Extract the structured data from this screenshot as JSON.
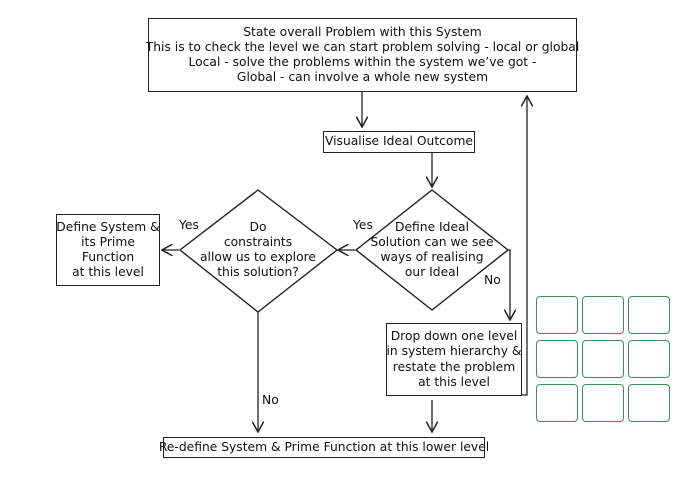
{
  "nodes": {
    "problem": {
      "lines": [
        "State overall Problem with this System",
        "This is to check the level we can start problem solving - local or global",
        "Local - solve the problems within the system we’ve got -",
        "Global - can involve a whole new system"
      ]
    },
    "visualise": {
      "lines": [
        "Visualise Ideal Outcome"
      ]
    },
    "define_ideal": {
      "lines": [
        "Define Ideal",
        "Solution can we see",
        "ways of realising",
        "our Ideal"
      ]
    },
    "constraints": {
      "lines": [
        "Do",
        "constraints",
        "allow us to explore",
        "this solution?"
      ]
    },
    "define_system": {
      "lines": [
        "Define System &",
        "its Prime",
        "Function",
        "at this level"
      ]
    },
    "drop_down": {
      "lines": [
        "Drop down one level",
        "in system hierarchy &",
        "restate the problem",
        "at this level"
      ]
    },
    "redefine": {
      "lines": [
        "Re-define System & Prime Function at this lower level"
      ]
    }
  },
  "edge_labels": {
    "ideal_yes": "Yes",
    "ideal_no": "No",
    "constraints_yes": "Yes",
    "constraints_no": "No"
  },
  "decor": {
    "grid_color": "#3a8f5c",
    "line_color": "#222222"
  }
}
